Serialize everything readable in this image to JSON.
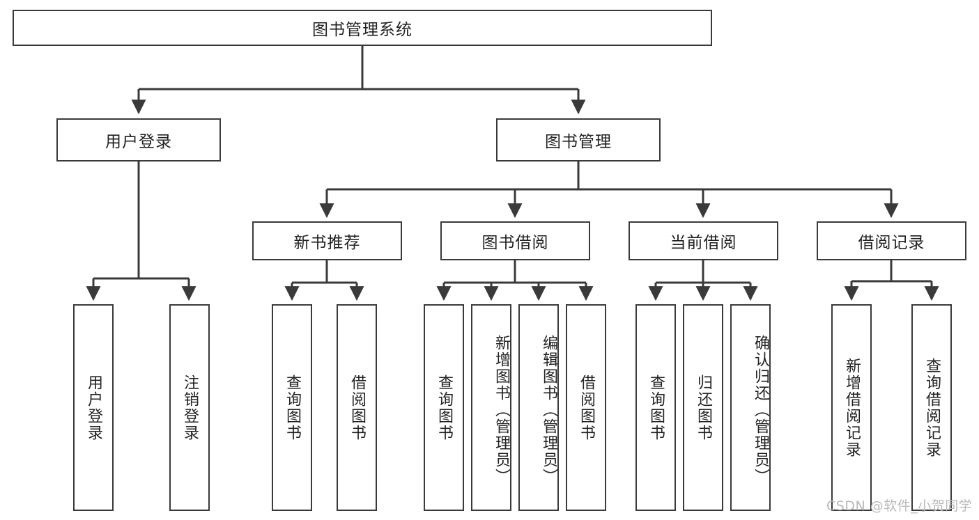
{
  "diagram": {
    "title": "图书管理系统",
    "type": "tree-hierarchy-diagram",
    "stroke_color": "#3a3a3a",
    "background_color": "#ffffff",
    "text_color": "#222222"
  },
  "nodes": {
    "root": {
      "label": "图书管理系统"
    },
    "level2": [
      {
        "label": "用户登录"
      },
      {
        "label": "图书管理"
      }
    ],
    "level3": [
      {
        "label": "新书推荐"
      },
      {
        "label": "图书借阅"
      },
      {
        "label": "当前借阅"
      },
      {
        "label": "借阅记录"
      }
    ],
    "leaves_user_login": [
      {
        "label": "用户登录"
      },
      {
        "label": "注销登录"
      }
    ],
    "leaves_new_books": [
      {
        "label": "查询图书"
      },
      {
        "label": "借阅图书"
      }
    ],
    "leaves_borrow": [
      {
        "label": "查询图书"
      },
      {
        "label": "新增图书（管理员）"
      },
      {
        "label": "编辑图书（管理员）"
      },
      {
        "label": "借阅图书"
      }
    ],
    "leaves_current": [
      {
        "label": "查询图书"
      },
      {
        "label": "归还图书"
      },
      {
        "label": "确认归还（管理员）"
      }
    ],
    "leaves_records": [
      {
        "label": "新增借阅记录"
      },
      {
        "label": "查询借阅记录"
      }
    ]
  },
  "watermark": {
    "text": "CSDN @软件_小贺同学"
  }
}
